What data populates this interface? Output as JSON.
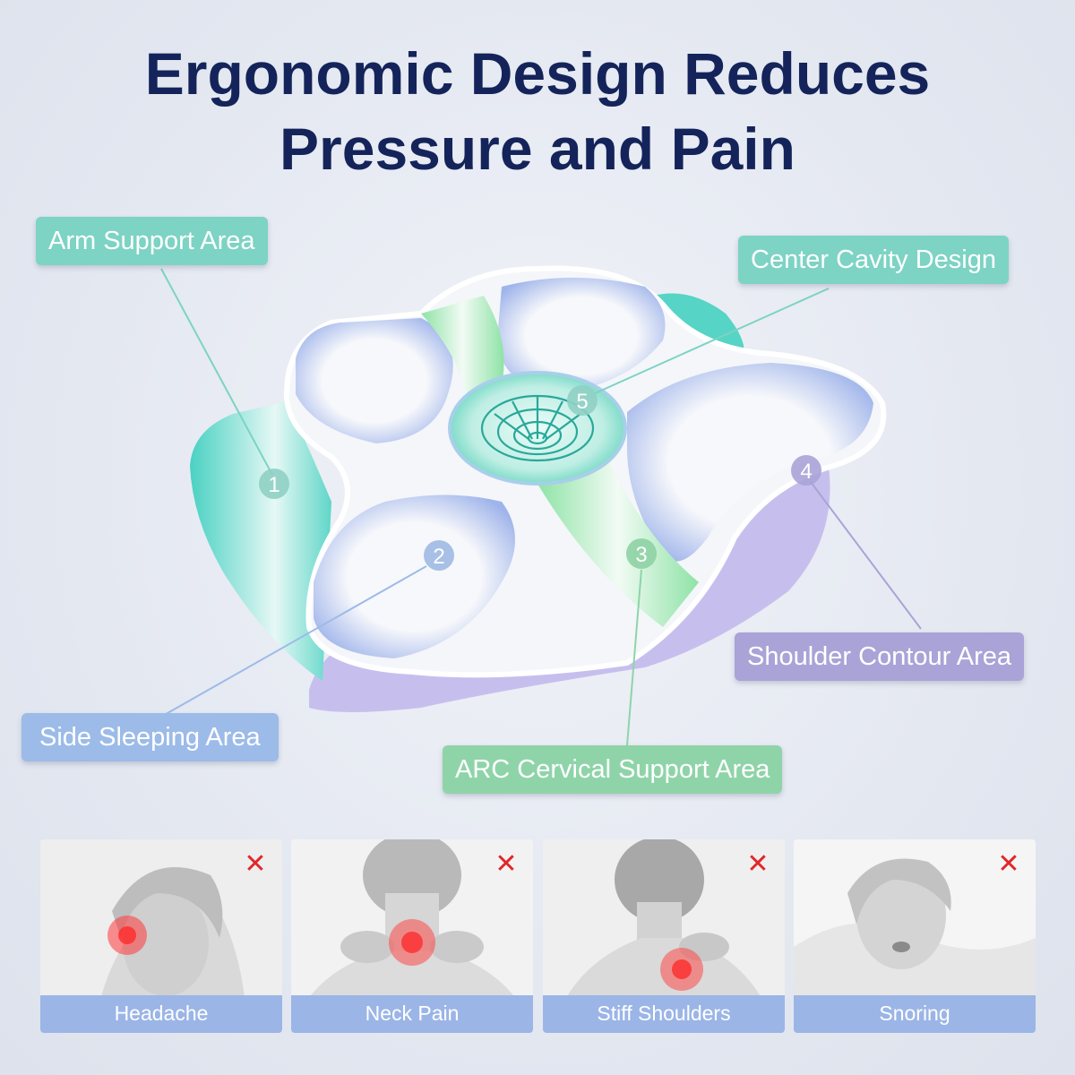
{
  "title": {
    "line1": "Ergonomic Design Reduces",
    "line2": "Pressure and Pain"
  },
  "callouts": {
    "arm_support": "Arm Support Area",
    "center_cavity": "Center Cavity Design",
    "shoulder_contour": "Shoulder Contour Area",
    "side_sleeping": "Side Sleeping Area",
    "arc_cervical": "ARC Cervical Support Area"
  },
  "markers": [
    "1",
    "2",
    "3",
    "4",
    "5"
  ],
  "conditions": [
    {
      "label": "Headache",
      "status_icon": "x-mark-icon"
    },
    {
      "label": "Neck Pain",
      "status_icon": "x-mark-icon"
    },
    {
      "label": "Stiff Shoulders",
      "status_icon": "x-mark-icon"
    },
    {
      "label": "Snoring",
      "status_icon": "x-mark-icon"
    }
  ],
  "colors": {
    "title": "#14245a",
    "teal": "#7dd3c4",
    "blue": "#9cbbe8",
    "green": "#8fd4a9",
    "purple": "#a9a3d7",
    "x_mark": "#e1262a"
  }
}
